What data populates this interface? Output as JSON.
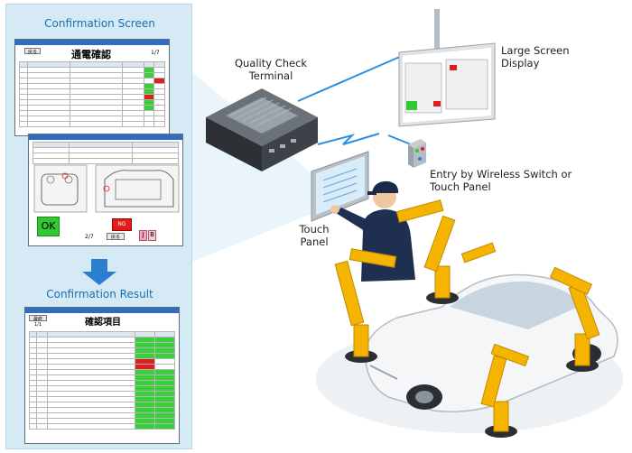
{
  "panel": {
    "confirmation_screen_title": "Confirmation Screen",
    "confirmation_result_title": "Confirmation Result"
  },
  "screen1": {
    "title": "通電確認",
    "page": "1/7",
    "back": "戻る"
  },
  "screen2": {
    "ok": "OK",
    "ng": "NG",
    "page": "2/7",
    "back": "戻る",
    "tag_j": "J",
    "tag_b": "B"
  },
  "result": {
    "title": "確認項目",
    "back": "最終 1/1"
  },
  "labels": {
    "quality_check_terminal": [
      "Quality Check",
      "Terminal"
    ],
    "large_screen_display": [
      "Large Screen",
      "Display"
    ],
    "entry": [
      "Entry by Wireless Switch or",
      "Touch Panel"
    ],
    "touch_panel": [
      "Touch",
      "Panel"
    ]
  },
  "colors": {
    "accent_blue": "#1a6fb5",
    "arrow_blue": "#2a7fd0",
    "ok_green": "#3ccf3c",
    "ng_red": "#e01e1e",
    "robot_yellow": "#f4b400"
  }
}
